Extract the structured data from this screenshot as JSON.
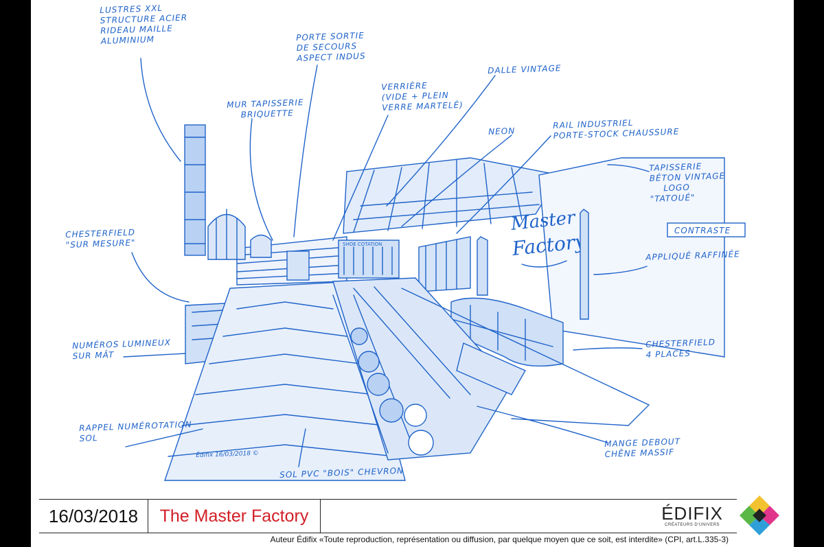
{
  "annotations": {
    "lustres": [
      "LUSTRES XXL",
      "STRUCTURE ACIER",
      "RIDEAU MAILLE",
      "ALUMINIUM"
    ],
    "porte": [
      "PORTE SORTIE",
      "DE SECOURS",
      "ASPECT INDUS"
    ],
    "dalle": [
      "DALLE VINTAGE"
    ],
    "verriere": [
      "VERRIÈRE",
      "(VIDE + PLEIN",
      "VERRE MARTELÉ)"
    ],
    "mur": [
      "MUR TAPISSERIE",
      "BRIQUETTE"
    ],
    "neon": [
      "NEON"
    ],
    "rail": [
      "RAIL INDUSTRIEL",
      "PORTE-STOCK CHAUSSURE"
    ],
    "tapisserie": [
      "TAPISSERIE",
      "BÉTON VINTAGE",
      "LOGO",
      "\"TATOUÉ\""
    ],
    "contraste": "CONTRASTE",
    "applique": "APPLIQUÉ RAFFINÉE",
    "chesterfield_sur_mesure": [
      "CHESTERFIELD",
      "\"SUR MESURE\""
    ],
    "numeros": [
      "NUMÉROS LUMINEUX",
      "SUR MÂT"
    ],
    "chesterfield_4": [
      "CHESTERFIELD",
      "4 PLACES"
    ],
    "rappel": [
      "RAPPEL NUMÉROTATION",
      "SOL"
    ],
    "mange": [
      "MANGE DEBOUT",
      "CHÊNE MASSIF"
    ],
    "sol": [
      "SOL PVC \"BOIS\" CHEVRON"
    ],
    "signature": "Édifix 16/03/2018 ©"
  },
  "sketch_signs": {
    "master": "Master",
    "factory": "Factory",
    "shop_sign": "SHOE COTATION"
  },
  "titlebar": {
    "date": "16/03/2018",
    "project": "The Master Factory",
    "brand": "ÉDIFIX",
    "brand_tagline": "CRÉATEURS D'UNIVERS"
  },
  "footer": "Auteur Édifix «Toute reproduction, représentation ou diffusion, par quelque moyen que ce soit, est interdite» (CPI, art.L.335-3)",
  "colors": {
    "ink": "#1f63c9",
    "title_red": "#d21f26"
  }
}
